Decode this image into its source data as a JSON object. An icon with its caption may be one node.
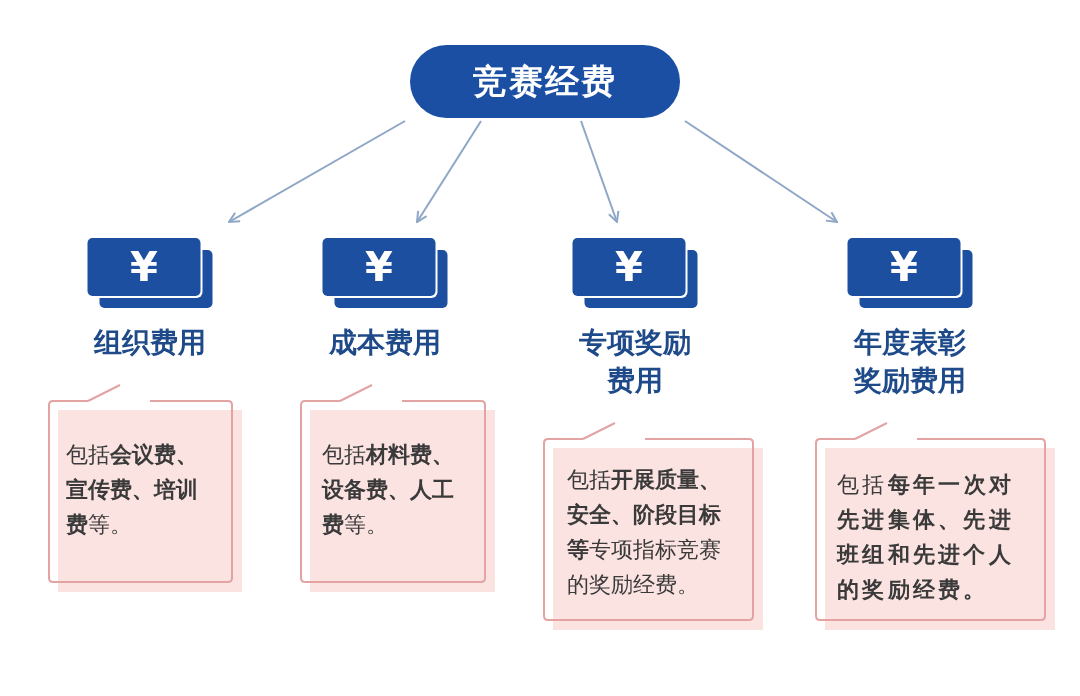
{
  "diagram": {
    "nodes": [
      {
        "text": [
          "竞赛经费"
        ]
      },
      {
        "text": [
          "¥",
          "组织费用"
        ]
      },
      {
        "text": [
          "¥",
          "成本费用"
        ]
      },
      {
        "text": [
          "¥",
          "专项奖励费用"
        ]
      },
      {
        "text": [
          "¥",
          "年度表彰奖励费用"
        ]
      },
      {
        "text": [
          "包括**会议费、宣传费、培训费**等。"
        ]
      },
      {
        "text": [
          "包括**材料费、设备费、人工费**等。"
        ]
      },
      {
        "text": [
          "包括**开展质量、安全、阶段目标等**专项指标竞赛的奖励经费。"
        ]
      },
      {
        "text": [
          "包括**每年一次对先进集体、先进班组和先进个人的奖励经费。**"
        ]
      }
    ],
    "edges": [
      {
        "from": 0,
        "to": 1,
        "arrow": "to"
      },
      {
        "from": 0,
        "to": 2,
        "arrow": "to"
      },
      {
        "from": 0,
        "to": 3,
        "arrow": "to"
      },
      {
        "from": 0,
        "to": 4,
        "arrow": "to"
      }
    ]
  }
}
